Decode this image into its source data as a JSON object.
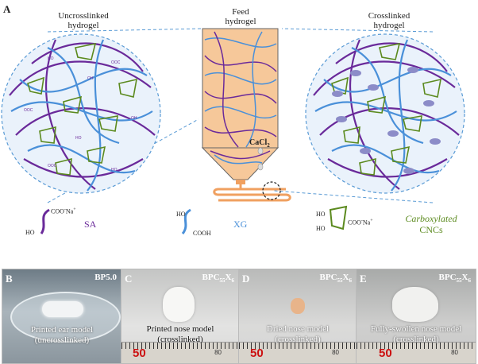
{
  "panel_a": {
    "label": "A",
    "left_title_line1": "Uncrosslinked",
    "left_title_line2": "hydrogel",
    "center_title_line1": "Feed",
    "center_title_line2": "hydrogel",
    "right_title_line1": "Crosslinked",
    "right_title_line2": "hydrogel",
    "cacl2": "CaCl",
    "cacl2_sub": "2"
  },
  "legend": {
    "sa_top_group": "COO",
    "sa_top_sup": "-",
    "sa_top_ion": "Na",
    "sa_top_ion_sup": "+",
    "sa_bottom_group": "HO",
    "sa_name": "SA",
    "xg_top_group": "HO",
    "xg_bottom_group": "COOH",
    "xg_name": "XG",
    "cnc_top_group": "HO",
    "cnc_bottom_group": "HO",
    "cnc_right_group": "COO",
    "cnc_right_sup": "-",
    "cnc_right_ion": "Na",
    "cnc_right_ion_sup": "+",
    "cnc_name_line1": "Carboxylated",
    "cnc_name_line2": "CNCs"
  },
  "panels": [
    {
      "tag": "B",
      "sample": "BP5.0",
      "caption_line1": "Printed ear model",
      "caption_line2": "(uncrosslinked)"
    },
    {
      "tag": "C",
      "sample_base": "BPC",
      "sample_sub1": "55",
      "sample_mid": "X",
      "sample_sub2": "6",
      "caption_line1": "Printed nose model",
      "caption_line2": "(crosslinked)",
      "ruler_big": "50",
      "ruler_small": "80"
    },
    {
      "tag": "D",
      "sample_base": "BPC",
      "sample_sub1": "55",
      "sample_mid": "X",
      "sample_sub2": "6",
      "caption_line1": "Dried nose model",
      "caption_line2": "(crosslinked)",
      "ruler_big": "50",
      "ruler_small": "80"
    },
    {
      "tag": "E",
      "sample_base": "BPC",
      "sample_sub1": "55",
      "sample_mid": "X",
      "sample_sub2": "6",
      "caption_line1": "Fully-swollen nose model",
      "caption_line2": "(crosslinked)",
      "ruler_big": "50",
      "ruler_small": "80"
    }
  ],
  "colors": {
    "sa": "#6a2a9a",
    "xg": "#4a90d9",
    "cnc": "#5b8a1e",
    "calcium": "#8c8cc8",
    "nozzle": "#f0a060",
    "dash": "#5a9bd5"
  }
}
